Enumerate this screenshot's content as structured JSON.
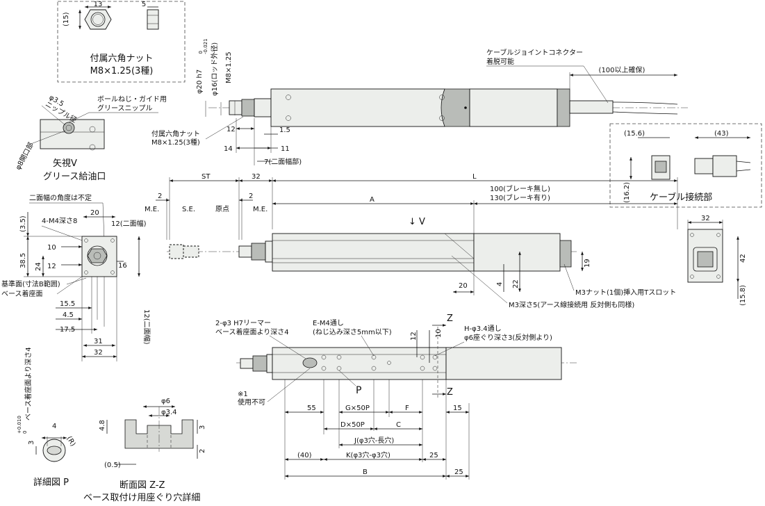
{
  "nut_box": {
    "title": "付属六角ナット",
    "spec": "M8×1.25(3種)",
    "dim_width": "13",
    "dim_thick": "5",
    "dim_height": "(15)"
  },
  "grease": {
    "nipple_dia": "φ3.5\nニップル径",
    "label1": "ボールねじ・ガイド用",
    "label2": "グリースニップル",
    "opening": "φ8開口部",
    "view": "矢視V",
    "caption": "グリース給油口"
  },
  "top_view": {
    "rod_fit": "φ20 h7",
    "rod_fit_tol": "0\n-0.021",
    "rod_dia": "φ16(ロッド外径)",
    "thread": "M8×1.25",
    "nut_label1": "付属六角ナット",
    "nut_label2": "M8×1.25(3種)",
    "d12": "12",
    "d14": "14",
    "d15": "1.5",
    "d11": "11",
    "d7": "7(二面幅部)",
    "connector1": "ケーブルジョイントコネクター",
    "connector2": "着脱可能",
    "cable_len": "(100以上確保)"
  },
  "cable_box": {
    "d156": "(15.6)",
    "d43": "(43)",
    "d162": "(16.2)",
    "title": "ケーブル接続部"
  },
  "side_view": {
    "st": "ST",
    "d32": "32",
    "L": "L",
    "d2a": "2",
    "d2b": "2",
    "me1": "M.E.",
    "se": "S.E.",
    "origin": "原点",
    "me2": "M.E.",
    "A": "A",
    "brake1": "100(ブレーキ無し)",
    "brake2": "130(ブレーキ有り)",
    "view_v": "↓ V",
    "d20": "20",
    "d4": "4",
    "d22": "22",
    "d19": "19",
    "tslot": "M3ナット(1個)挿入用Tスロット",
    "m3": "M3深さ5(アース線接続用 反対側も同様)"
  },
  "end_view": {
    "note": "二面幅の角度は不定",
    "d20": "20",
    "holes": "4-M4深さ8",
    "d12w": "12(二面幅)",
    "d35": "(3.5)",
    "d10": "10",
    "d385": "38.5",
    "d24": "24",
    "d12": "12",
    "d16": "16",
    "d12v": "12(二面幅)",
    "ref": "基準面(寸法B範囲)",
    "base": "ベース着座面",
    "d155": "15.5",
    "d45": "4.5",
    "d175": "17.5",
    "d31": "31",
    "d32": "32"
  },
  "front_end": {
    "d32": "32",
    "d42": "42",
    "d158": "(15.8)"
  },
  "bottom_view": {
    "reamer1": "2-φ3 H7リーマー",
    "reamer2": "ベース着座面より深さ4",
    "m4a": "E-M4通し",
    "m4b": "(ねじ込み深さ5mm以下)",
    "h1": "H-φ3.4通し",
    "h2": "φ6座ぐり深さ3(反対側より)",
    "z": "Z",
    "d12": "12",
    "d10": "10",
    "p": "P",
    "note1": "※1",
    "note2": "使用不可",
    "d55": "55",
    "g": "G×50P",
    "f": "F",
    "d15": "15",
    "d": "D×50P",
    "c": "C",
    "j": "J(φ3穴-長穴)",
    "d40": "(40)",
    "k": "K(φ3穴-φ3穴)",
    "d25a": "25",
    "b": "B",
    "d25b": "25"
  },
  "detail_p": {
    "d3": "3",
    "tol": "+0.010\n0",
    "depth": "ベース着座面より深さ4",
    "d4": "4",
    "r": "(R)",
    "title": "詳細図 P"
  },
  "section_z": {
    "phi6": "φ6",
    "phi34": "φ3.4",
    "d48": "4.8",
    "d3": "3",
    "d2": "2",
    "d05": "(0.5)",
    "title": "断面図 Z-Z",
    "caption": "ベース取付け用座ぐり穴詳細"
  }
}
